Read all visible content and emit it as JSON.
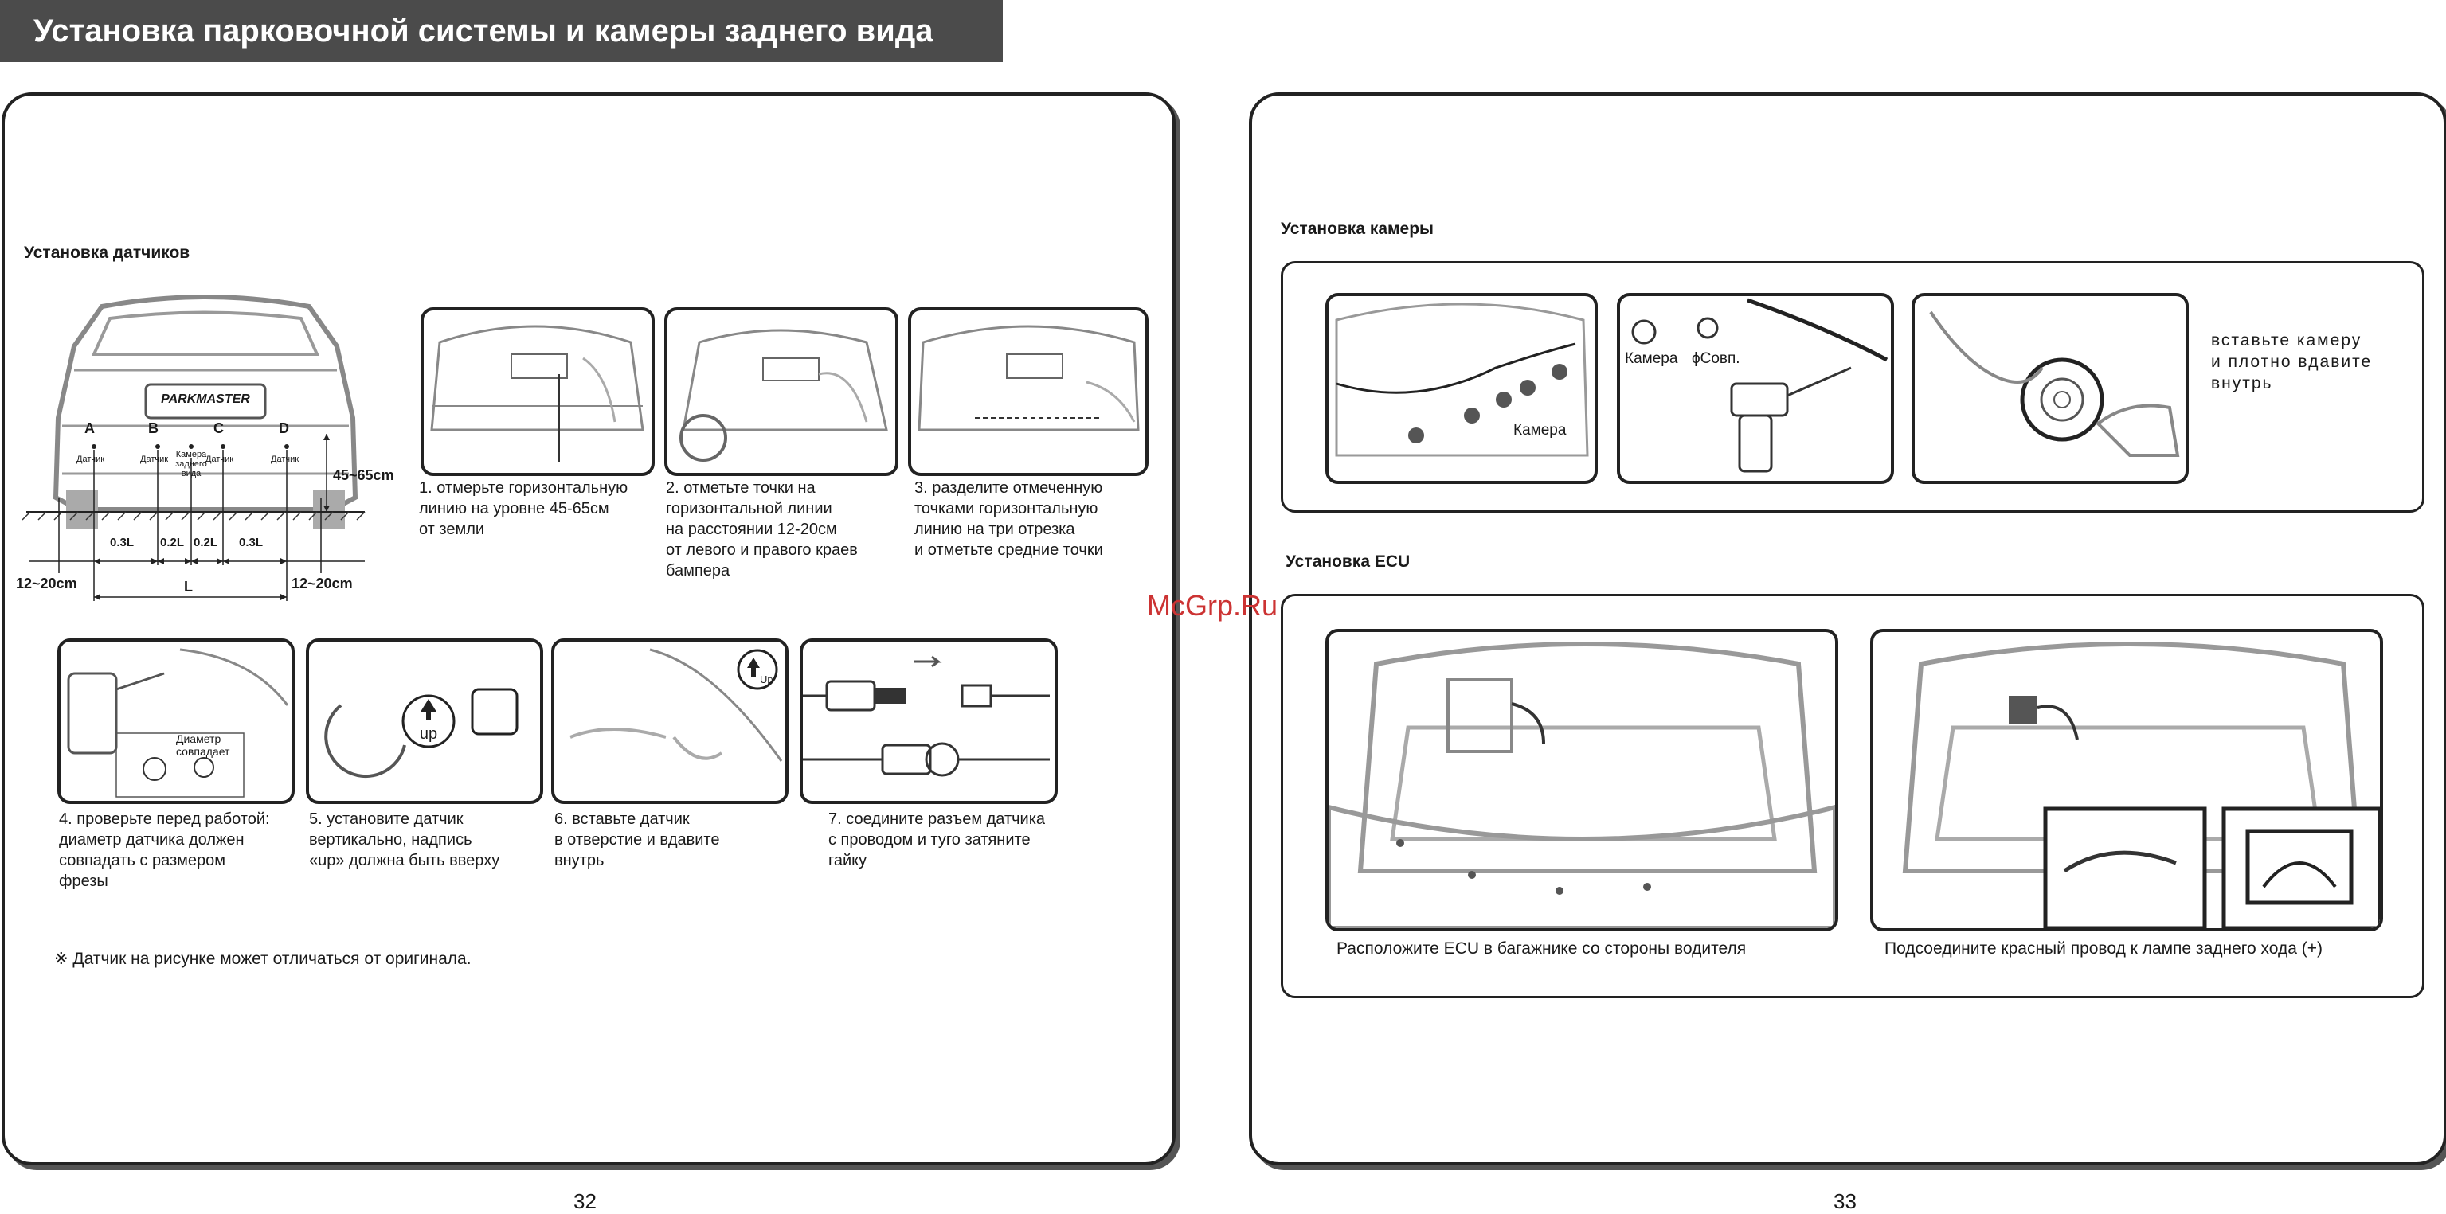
{
  "header": {
    "title": "Установка парковочной системы и камеры заднего вида"
  },
  "left_page": {
    "section_title": "Установка датчиков",
    "diagram": {
      "plate": "PARKMASTER",
      "sensor_letters": [
        "A",
        "B",
        "C",
        "D"
      ],
      "sensor_labels": [
        "Датчик",
        "Датчик",
        "Камера заднего вида",
        "Датчик",
        "Датчик"
      ],
      "segments": [
        "0.3L",
        "0.2L",
        "0.2L",
        "0.3L"
      ],
      "height": "45~65cm",
      "side_left": "12~20cm",
      "side_right": "12~20cm",
      "length": "L"
    },
    "steps_top": [
      "1. отмерьте горизонтальную\n    линию на уровне 45-65см\n    от земли",
      "2. отметьте точки на\n    горизонтальной линии\n    на расстоянии 12-20см\n    от левого и правого краев\n    бампера",
      "3. разделите отмеченную\n    точками горизонтальную\n    линию на три отрезка\n    и отметьте средние точки"
    ],
    "steps_bottom": [
      "4. проверьте перед работой:\n    диаметр датчика должен\n    совпадать с размером\n    фрезы",
      "5. установите датчик\n    вертикально, надпись\n    «up» должна быть вверху",
      "6. вставьте датчик\n    в отверстие и вдавите\n    внутрь",
      "7. соедините разъем датчика\n    с проводом и туго затяните\n    гайку"
    ],
    "step4_callout": "Диаметр совпадает",
    "step5_up": "up",
    "step6_up": "Up",
    "note": "※ Датчик на рисунке может отличаться от оригинала.",
    "page_number": "32"
  },
  "right_page": {
    "camera_section_title": "Установка камеры",
    "camera_label": "Камера",
    "camera_label2": "Камера",
    "match_label": "ϕСовп.",
    "camera_instruction": "вставьте камеру\nи плотно вдавите\nвнутрь",
    "ecu_section_title": "Установка ECU",
    "ecu_captions": [
      "Расположите ECU в багажнике со стороны водителя",
      "Подсоедините красный провод к лампе заднего хода (+)"
    ],
    "page_number": "33"
  },
  "watermark": "McGrp.Ru",
  "colors": {
    "header_bg": "#4b4b4b",
    "watermark": "#cc3333",
    "border": "#222222"
  }
}
